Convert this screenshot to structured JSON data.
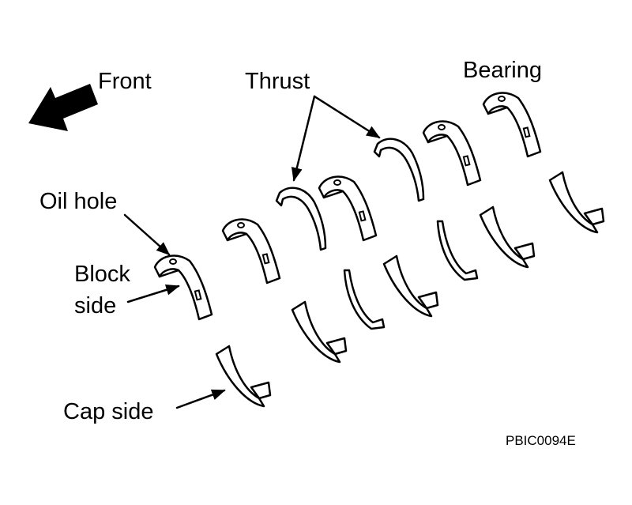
{
  "labels": {
    "front": "Front",
    "thrust": "Thrust",
    "bearing": "Bearing",
    "oil_hole": "Oil hole",
    "block_side_line1": "Block",
    "block_side_line2": "side",
    "cap_side": "Cap side",
    "code": "PBIC0094E"
  },
  "colors": {
    "ink": "#000000",
    "background": "#ffffff"
  }
}
